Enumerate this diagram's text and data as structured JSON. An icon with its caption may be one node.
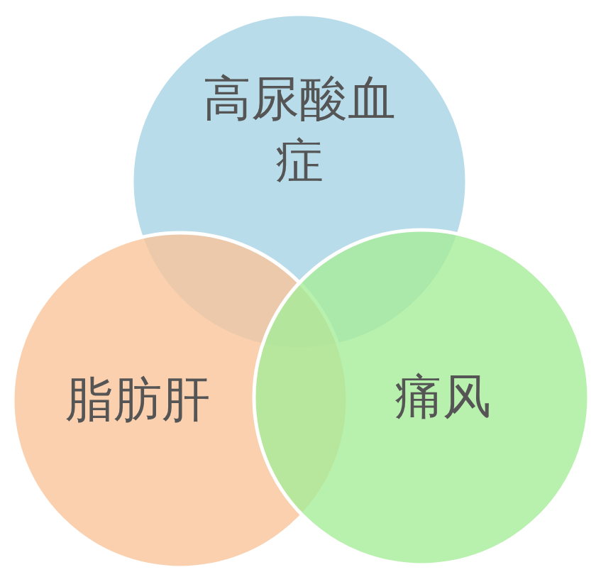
{
  "diagram": {
    "nodes": [
      {
        "text": [
          "高尿酸血症"
        ]
      },
      {
        "text": [
          "脂肪肝"
        ]
      },
      {
        "text": [
          "痛风"
        ]
      }
    ]
  }
}
